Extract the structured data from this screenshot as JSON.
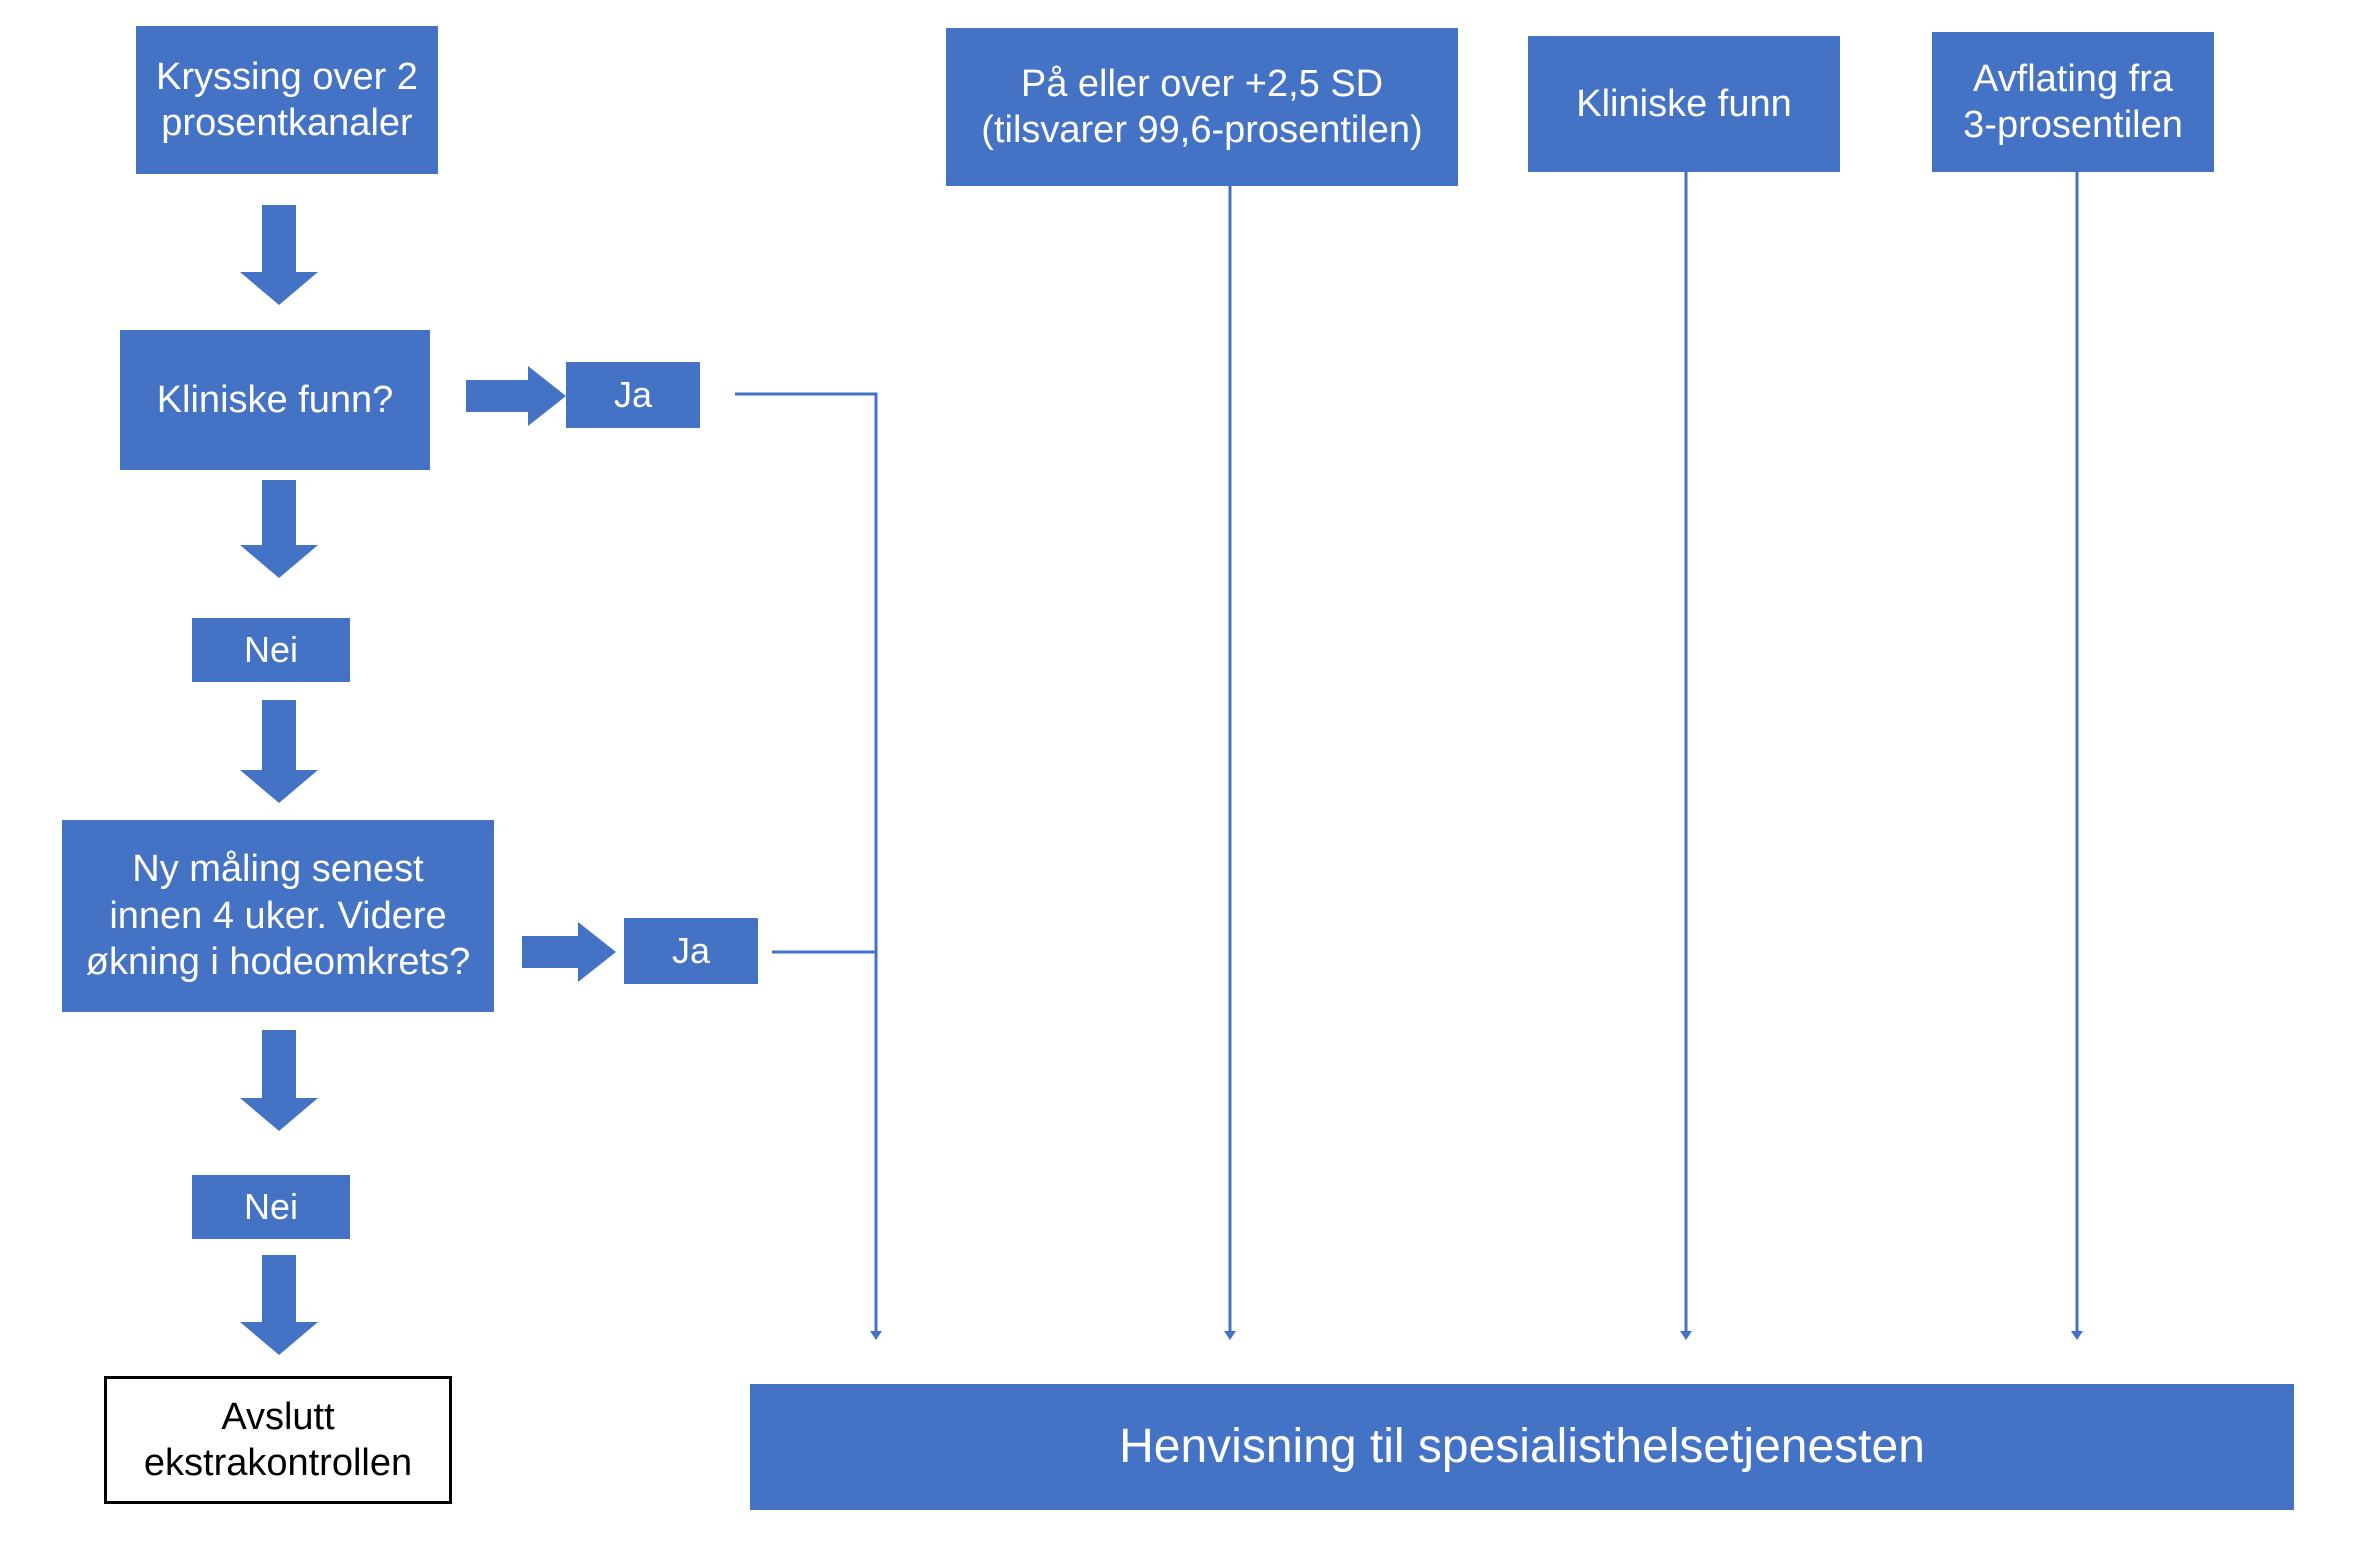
{
  "theme": {
    "box_fill": "#4472c4",
    "box_text": "#ffffff",
    "connector": "#4472c4",
    "thin_connector": "#4472c4",
    "outline_box_border": "#000000",
    "outline_box_text": "#000000",
    "background": "#ffffff"
  },
  "diagram": {
    "type": "flowchart",
    "language": "nb-NO",
    "nodes": {
      "kryssing": {
        "label": "Kryssing over 2\nprosentkanaler"
      },
      "kliniske_funn_q": {
        "label": "Kliniske funn?"
      },
      "ja_1": {
        "label": "Ja"
      },
      "nei_1": {
        "label": "Nei"
      },
      "ny_maling": {
        "label": "Ny måling senest\ninnen 4 uker. Videre\nøkning i hodeomkrets?"
      },
      "ja_2": {
        "label": "Ja"
      },
      "nei_2": {
        "label": "Nei"
      },
      "avslutt": {
        "label": "Avslutt\nekstrakontrollen"
      },
      "pa_eller_over": {
        "label": "På eller over +2,5 SD\n(tilsvarer 99,6-prosentilen)"
      },
      "kliniske_funn": {
        "label": "Kliniske funn"
      },
      "avflating": {
        "label": "Avflating fra\n3-prosentilen"
      },
      "henvisning": {
        "label": "Henvisning til spesialisthelsetjenesten"
      }
    },
    "edges": [
      {
        "from": "kryssing",
        "to": "kliniske_funn_q",
        "style": "block-arrow-down"
      },
      {
        "from": "kliniske_funn_q",
        "to": "ja_1",
        "style": "block-arrow-right"
      },
      {
        "from": "kliniske_funn_q",
        "to": "nei_1",
        "style": "block-arrow-down"
      },
      {
        "from": "nei_1",
        "to": "ny_maling",
        "style": "block-arrow-down"
      },
      {
        "from": "ny_maling",
        "to": "ja_2",
        "style": "block-arrow-right"
      },
      {
        "from": "ny_maling",
        "to": "nei_2",
        "style": "block-arrow-down"
      },
      {
        "from": "nei_2",
        "to": "avslutt",
        "style": "block-arrow-down"
      },
      {
        "from": "ja_1",
        "to": "henvisning",
        "style": "thin-elbow-down"
      },
      {
        "from": "ja_2",
        "to": "henvisning",
        "style": "thin-elbow-down"
      },
      {
        "from": "pa_eller_over",
        "to": "henvisning",
        "style": "thin-line-down"
      },
      {
        "from": "kliniske_funn",
        "to": "henvisning",
        "style": "thin-line-down"
      },
      {
        "from": "avflating",
        "to": "henvisning",
        "style": "thin-line-down"
      }
    ]
  }
}
